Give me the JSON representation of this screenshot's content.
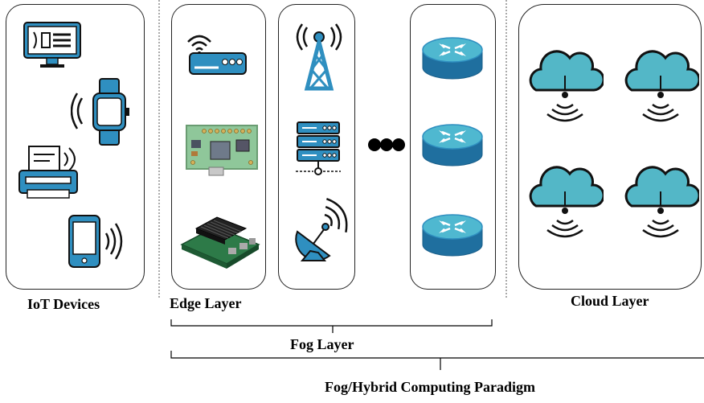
{
  "labels": {
    "iot_devices": "IoT Devices",
    "edge_layer": "Edge Layer",
    "cloud_layer": "Cloud Layer",
    "fog_layer": "Fog Layer",
    "paradigm": "Fog/Hybrid Computing Paradigm"
  },
  "icons": {
    "iot": [
      "monitor-icon",
      "smartwatch-icon",
      "printer-icon",
      "smartphone-icon"
    ],
    "edge": [
      "wifi-router-icon",
      "circuit-board-icon",
      "jetson-board-icon"
    ],
    "fog": [
      "cell-tower-icon",
      "server-rack-icon",
      "satellite-dish-icon",
      "router-icon"
    ],
    "cloud": [
      "cloud-wireless-icon"
    ]
  },
  "colors": {
    "primary_blue": "#2f8fc0",
    "light_blue": "#4fb8d0",
    "cloud_teal": "#53b7c7",
    "board_green": "#8fc79a",
    "outline": "#222222"
  }
}
